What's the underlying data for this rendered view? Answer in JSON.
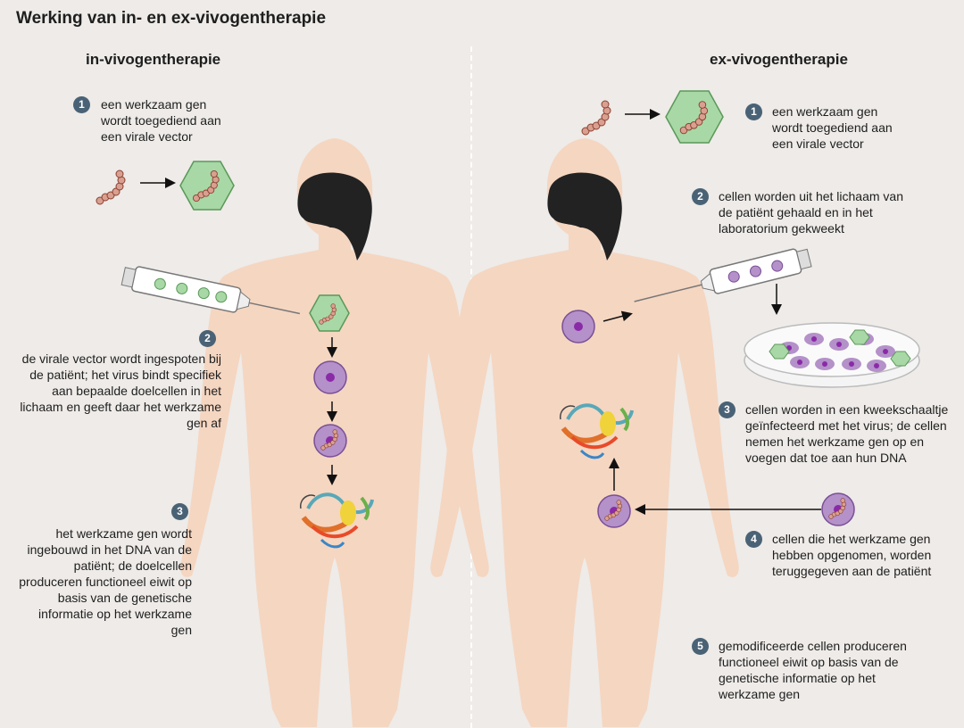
{
  "title": "Werking van in- en ex-vivogentherapie",
  "in_vivo": {
    "heading": "in-vivogentherapie",
    "steps": [
      {
        "num": "1",
        "text": "een werkzaam gen wordt toegediend aan een virale vector"
      },
      {
        "num": "2",
        "text": "de virale vector wordt ingespoten bij de patiënt; het virus bindt specifiek aan bepaalde doelcellen in het lichaam en geeft daar het werkzame gen af"
      },
      {
        "num": "3",
        "text": "het werkzame gen wordt ingebouwd in het DNA van de patiënt; de doelcellen produceren functioneel eiwit op basis van de genetische informatie op het werkzame gen"
      }
    ]
  },
  "ex_vivo": {
    "heading": "ex-vivogentherapie",
    "steps": [
      {
        "num": "1",
        "text": "een werkzaam gen wordt toegediend aan een virale vector"
      },
      {
        "num": "2",
        "text": "cellen worden uit het lichaam van de patiënt gehaald en in het laboratorium gekweekt"
      },
      {
        "num": "3",
        "text": "cellen worden in een kweekschaaltje geïnfecteerd met het virus; de cellen nemen het werkzame gen op en voegen dat toe aan hun DNA"
      },
      {
        "num": "4",
        "text": "cellen die het werkzame gen hebben opgenomen, worden teruggegeven aan de patiënt"
      },
      {
        "num": "5",
        "text": "gemodificeerde cellen produceren functioneel eiwit op basis van de genetische informatie op het werkzame gen"
      }
    ]
  },
  "colors": {
    "background": "#eeebe8",
    "skin": "#f5d6c1",
    "hair": "#222222",
    "cell": "#b491c9",
    "nucleus": "#8a2aa8",
    "virus": "#a8d8a6",
    "gene": "#b36a4f",
    "badge": "#4a6275"
  }
}
